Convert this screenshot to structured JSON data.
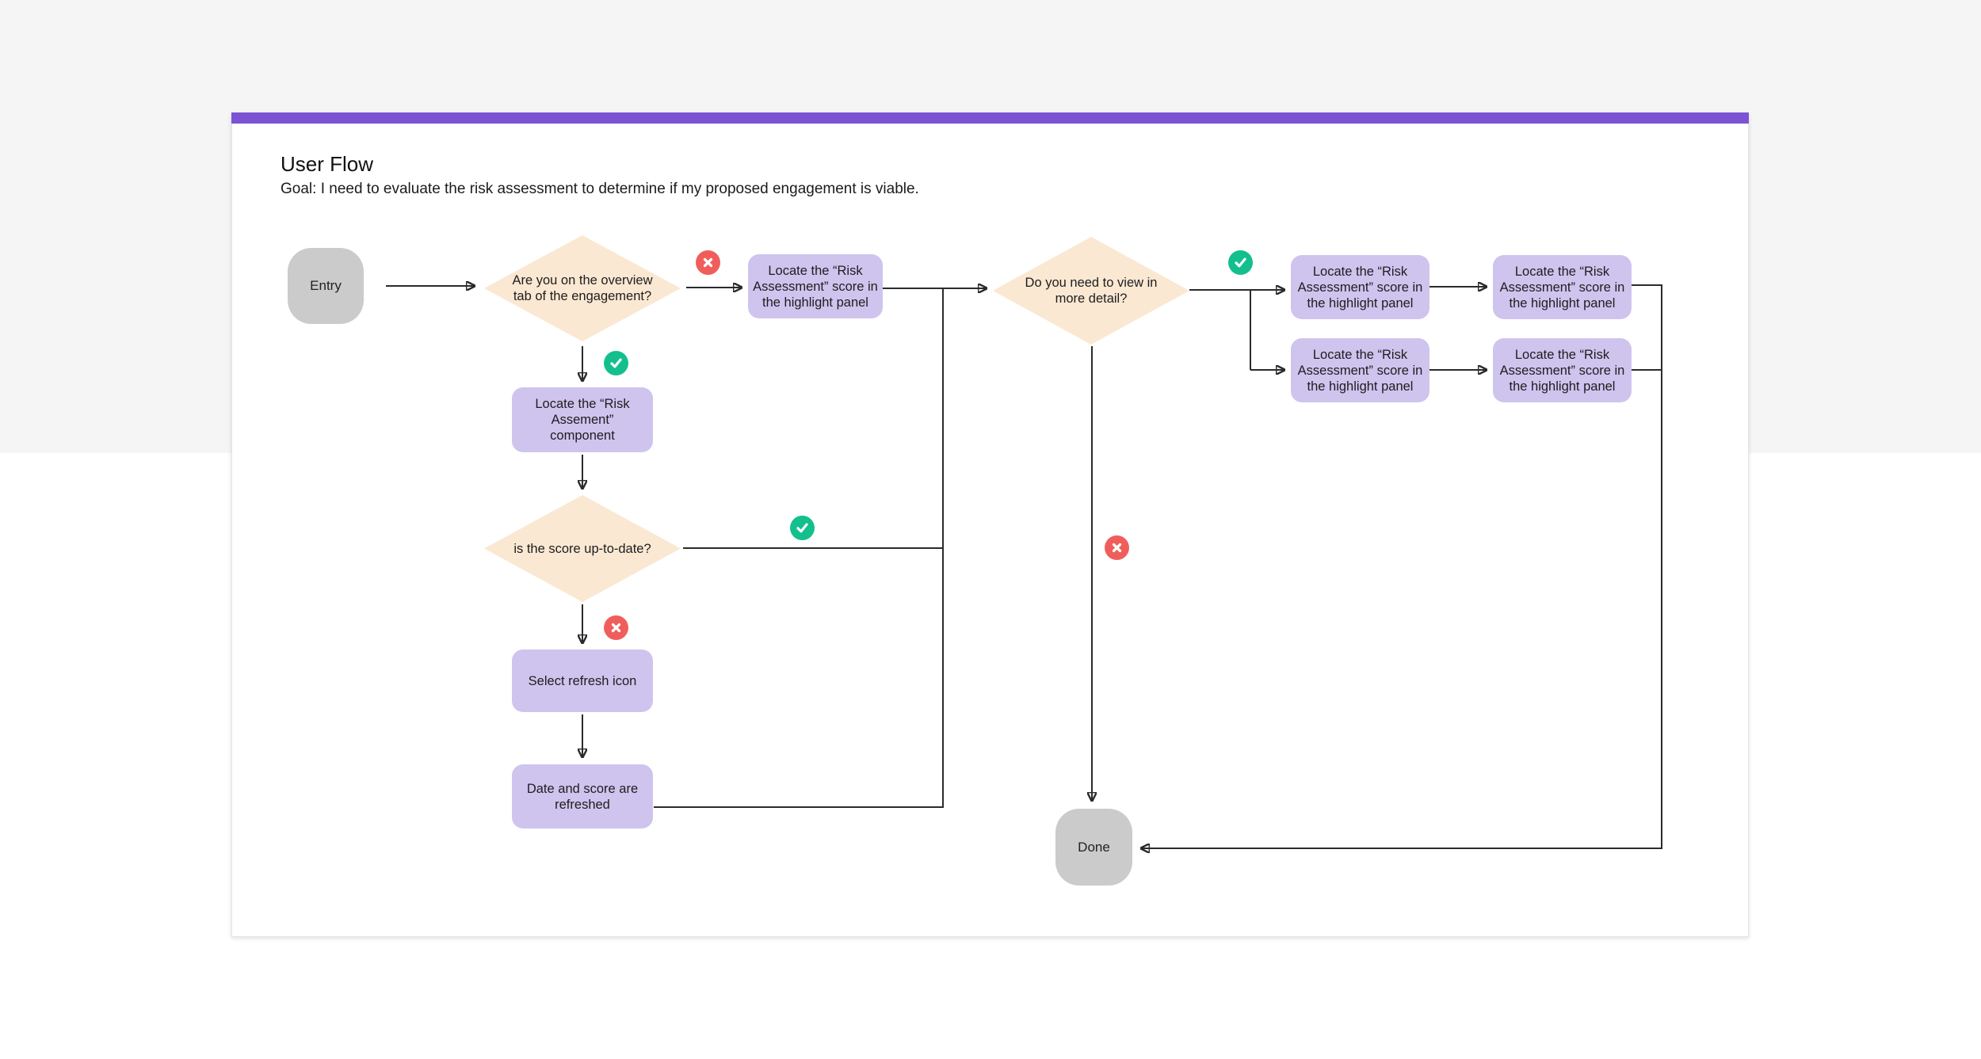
{
  "header": {
    "title": "User Flow",
    "goal": "Goal: I need to evaluate the risk assessment to determine if my proposed engagement is viable."
  },
  "labels": {
    "entry": "Entry",
    "done": "Done",
    "q_overview_tab": "Are you on the overview tab of the engagement?",
    "q_more_detail": "Do you need to view in more detail?",
    "q_up_to_date": "is the score up-to-date?",
    "locate_score": "Locate the “Risk Assessment” score in the highlight panel",
    "locate_component": "Locate the “Risk Assement” component",
    "select_refresh": "Select refresh icon",
    "date_refreshed": "Date and score are refreshed"
  },
  "icons": {
    "yes": "check-icon",
    "no": "cross-icon"
  },
  "colors": {
    "accent_bar": "#7c53d3",
    "page_band": "#f5f5f6",
    "card_bg": "#ffffff",
    "decision_fill": "#fae8d2",
    "step_fill": "#cfc4ee",
    "terminal_fill": "#cbcbcb",
    "yes_badge": "#13c08d",
    "no_badge": "#f05e5c",
    "connector": "#2b2b2b"
  }
}
